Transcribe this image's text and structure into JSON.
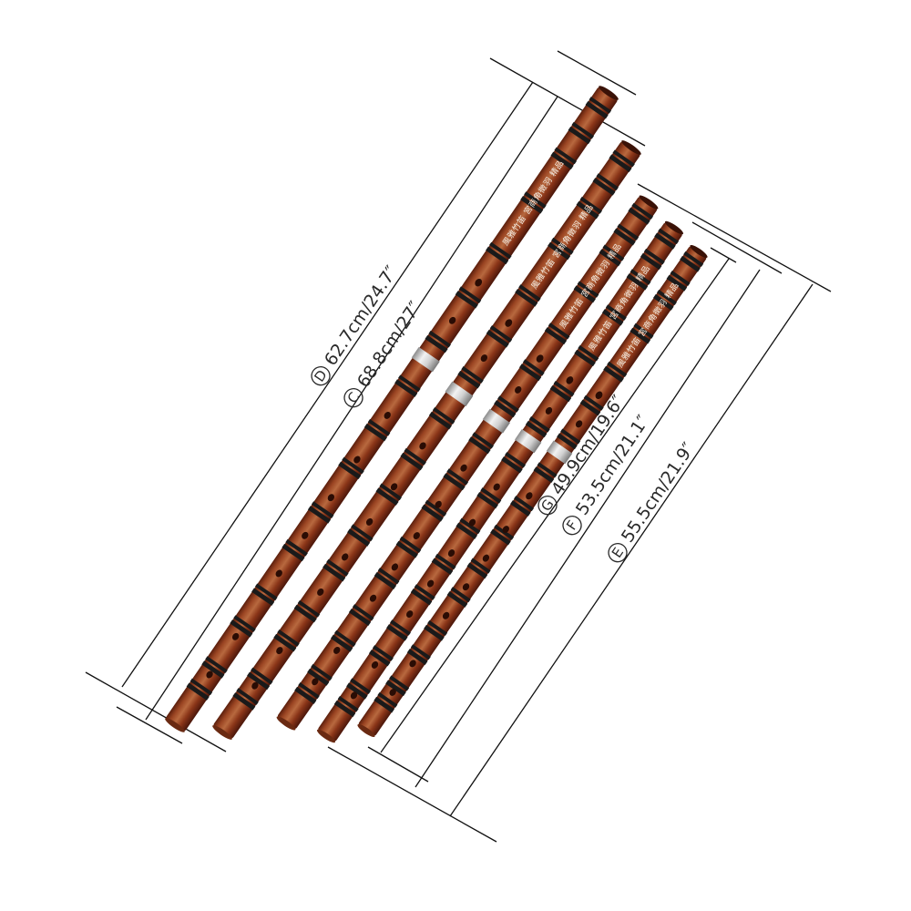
{
  "colors": {
    "bamboo_dark": "#5a1e0c",
    "bamboo_mid": "#8a3a1a",
    "bamboo_light": "#b56a44",
    "band_black": "#1a1a1a",
    "metal_ring": "#d8d8d8",
    "line": "#111111",
    "text": "#2a2a2a"
  },
  "flutes": [
    {
      "key": "D",
      "label": "62.7cm/24.7″",
      "script": "風雅竹笛 宮商角徵羽 精品"
    },
    {
      "key": "C",
      "label": "68.8cm/27″",
      "script": "風雅竹笛 宮商角徵羽 精品"
    },
    {
      "key": "G",
      "label": "49.9cm/19.6″",
      "script": "風雅竹笛 宮商角徵羽 精品"
    },
    {
      "key": "F",
      "label": "53.5cm/21.1″",
      "script": "風雅竹笛 宮商角徵羽 精品"
    },
    {
      "key": "E",
      "label": "55.5cm/21.9″",
      "script": "風雅竹笛 宮商角徵羽 精品"
    }
  ]
}
